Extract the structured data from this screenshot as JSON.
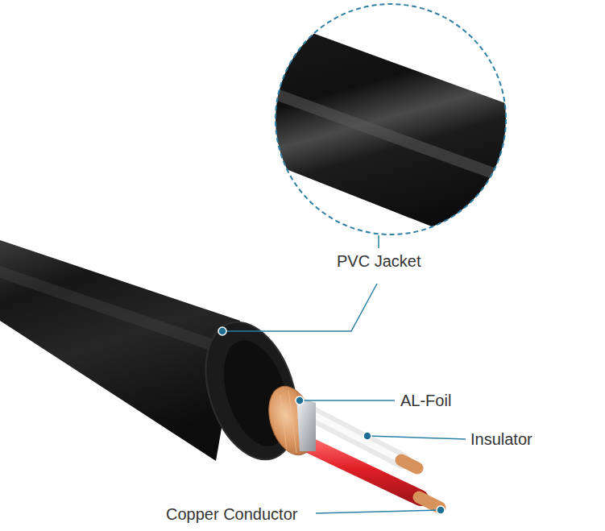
{
  "diagram": {
    "labels": [
      "PVC Jacket",
      "AL-Foil",
      "Insulator",
      "Copper Conductor"
    ]
  }
}
